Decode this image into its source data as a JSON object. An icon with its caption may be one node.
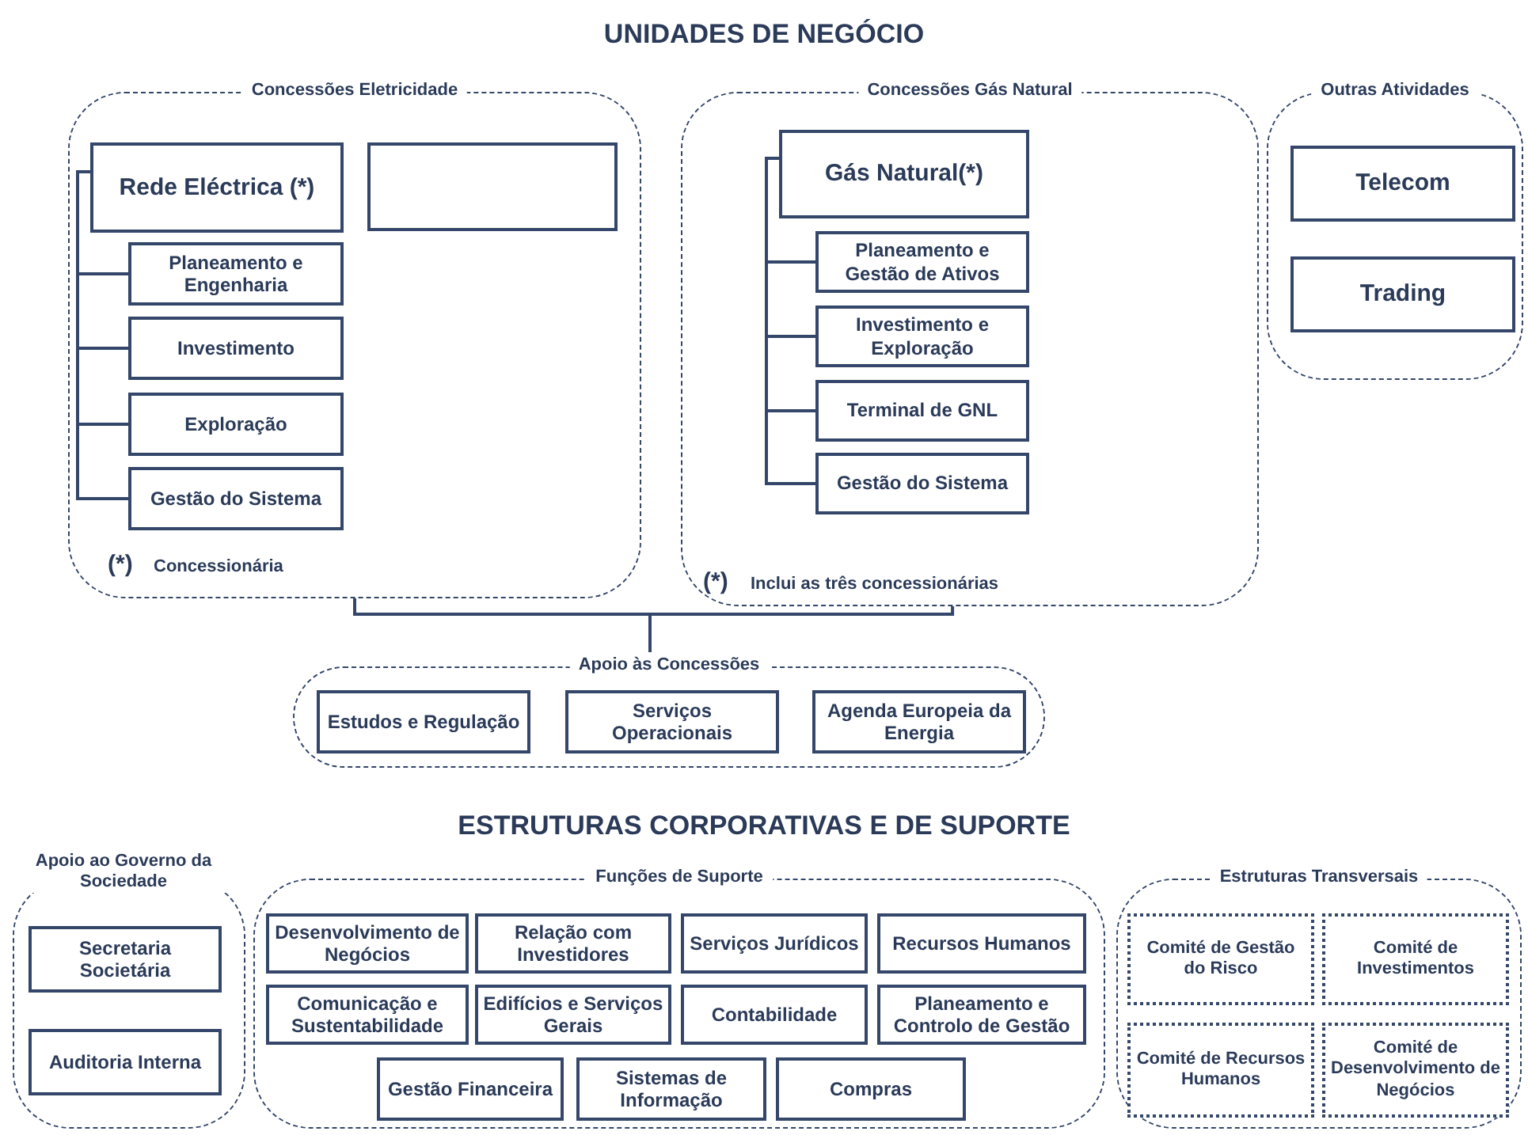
{
  "diagram": {
    "title": "UNIDADES DE NEGÓCIO",
    "nodes": [
      {
        "text": [
          "Concessões Eletricidade"
        ]
      },
      {
        "text": [
          "Rede Eléctrica (*)"
        ],
        "in": 0
      },
      {
        "text": [],
        "shape": "box",
        "in": 0
      },
      {
        "text": [
          "Planeamento e Engenharia"
        ],
        "in": 0
      },
      {
        "text": [
          "Investimento"
        ],
        "in": 0
      },
      {
        "text": [
          "Exploração"
        ],
        "in": 0
      },
      {
        "text": [
          "Gestão do Sistema"
        ],
        "in": 0
      },
      {
        "text": [
          "Concessões Gás Natural"
        ]
      },
      {
        "text": [
          "Gás Natural(*)"
        ],
        "in": 7
      },
      {
        "text": [
          "Planeamento e Gestão de Ativos"
        ],
        "in": 7
      },
      {
        "text": [
          "Investimento e Exploração"
        ],
        "in": 7
      },
      {
        "text": [
          "Terminal de GNL"
        ],
        "in": 7
      },
      {
        "text": [
          "Gestão do Sistema"
        ],
        "in": 7
      },
      {
        "text": [
          "Outras Atividades"
        ]
      },
      {
        "text": [
          "Telecom"
        ],
        "in": 13
      },
      {
        "text": [
          "Trading"
        ],
        "in": 13
      },
      {
        "text": [
          "Apoio às Concessões"
        ]
      },
      {
        "text": [
          "Estudos e Regulação"
        ],
        "in": 16
      },
      {
        "text": [
          "Serviços Operacionais"
        ],
        "in": 16
      },
      {
        "text": [
          "Agenda Europeia da Energia"
        ],
        "in": 16
      },
      {
        "text": [
          "Apoio ao Governo da Sociedade"
        ]
      },
      {
        "text": [
          "Secretaria Societária"
        ],
        "in": 20
      },
      {
        "text": [
          "Auditoria Interna"
        ],
        "in": 20
      },
      {
        "text": [
          "Funções de Suporte"
        ]
      },
      {
        "text": [
          "Desenvolvimento de Negócios"
        ],
        "in": 23
      },
      {
        "text": [
          "Relação com Investidores"
        ],
        "in": 23
      },
      {
        "text": [
          "Serviços Jurídicos"
        ],
        "in": 23
      },
      {
        "text": [
          "Recursos Humanos"
        ],
        "in": 23
      },
      {
        "text": [
          "Comunicação e Sustentabilidade"
        ],
        "in": 23
      },
      {
        "text": [
          "Edifícios e Serviços Gerais"
        ],
        "in": 23
      },
      {
        "text": [
          "Contabilidade"
        ],
        "in": 23
      },
      {
        "text": [
          "Planeamento e Controlo de Gestão"
        ],
        "in": 23
      },
      {
        "text": [
          "Gestão Financeira"
        ],
        "in": 23
      },
      {
        "text": [
          "Sistemas de Informação"
        ],
        "in": 23
      },
      {
        "text": [
          "Compras"
        ],
        "in": 23
      },
      {
        "text": [
          "Estruturas Transversais"
        ]
      },
      {
        "text": [
          "Comité de Gestão do Risco"
        ],
        "in": 35
      },
      {
        "text": [
          "Comité de Investimentos"
        ],
        "in": 35
      },
      {
        "text": [
          "Comité de Recursos Humanos"
        ],
        "in": 35
      },
      {
        "text": [
          "Comité de Desenvolvimento de Negócios"
        ],
        "in": 35
      }
    ],
    "edges": [
      {
        "from": 1,
        "to": 3,
        "arrow": "none"
      },
      {
        "from": 1,
        "to": 4,
        "arrow": "none"
      },
      {
        "from": 1,
        "to": 5,
        "arrow": "none"
      },
      {
        "from": 1,
        "to": 6,
        "arrow": "none"
      },
      {
        "from": 8,
        "to": 9,
        "arrow": "none"
      },
      {
        "from": 8,
        "to": 10,
        "arrow": "none"
      },
      {
        "from": 8,
        "to": 11,
        "arrow": "none"
      },
      {
        "from": 8,
        "to": 12,
        "arrow": "none"
      },
      {
        "from": 0,
        "to": 16,
        "arrow": "none"
      },
      {
        "from": 7,
        "to": 16,
        "arrow": "none"
      }
    ],
    "labels": [
      "(*)",
      "Concessionária",
      "(*)",
      "Inclui as três concessionárias",
      "ESTRUTURAS CORPORATIVAS E DE SUPORTE"
    ]
  }
}
